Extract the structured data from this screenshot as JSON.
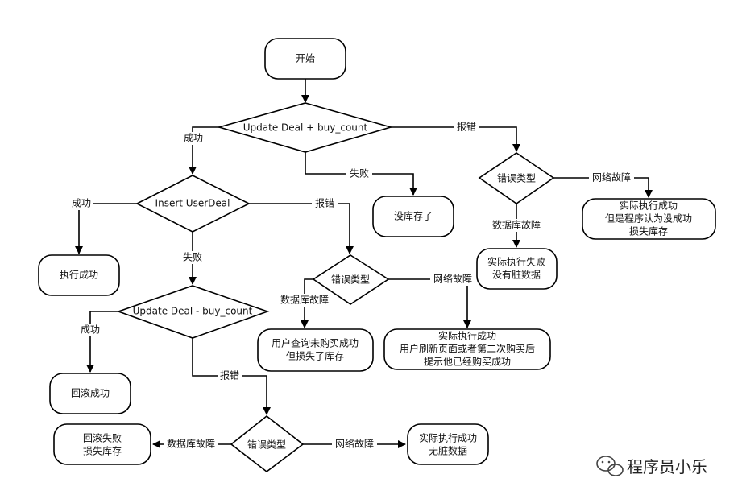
{
  "nodes": {
    "start": "开始",
    "update_plus": "Update Deal + buy_count",
    "insert_user_deal": "Insert UserDeal",
    "no_stock": "没库存了",
    "exec_success": "执行成功",
    "update_minus": "Update Deal - buy_count",
    "rollback_success": "回滚成功",
    "rollback_fail_1": "回滚失败",
    "rollback_fail_2": "损失库存",
    "error_type_a": "错误类型",
    "error_type_b": "错误类型",
    "error_type_c": "错误类型",
    "user_query_1": "用户查询未购买成功",
    "user_query_2": "但损失了库存",
    "actual_success_a1": "实际执行成功",
    "actual_success_a2": "用户刷新页面或者第二次购买后",
    "actual_success_a3": "提示他已经购买成功",
    "actual_fail_1": "实际执行失败",
    "actual_fail_2": "没有脏数据",
    "actual_success_b1": "实际执行成功",
    "actual_success_b2": "但是程序认为没成功",
    "actual_success_b3": "损失库存",
    "actual_success_c1": "实际执行成功",
    "actual_success_c2": "无脏数据"
  },
  "edges": {
    "success_1": "成功",
    "fail_1": "失败",
    "error_1": "报错",
    "success_2": "成功",
    "fail_2": "失败",
    "error_2": "报错",
    "success_3": "成功",
    "error_3": "报错",
    "db_fault_a": "数据库故障",
    "net_fault_a": "网络故障",
    "db_fault_b": "数据库故障",
    "net_fault_b": "网络故障",
    "db_fault_c": "数据库故障",
    "net_fault_c": "网络故障"
  },
  "watermark": {
    "text": "程序员小乐",
    "icon": "wechat-icon"
  }
}
